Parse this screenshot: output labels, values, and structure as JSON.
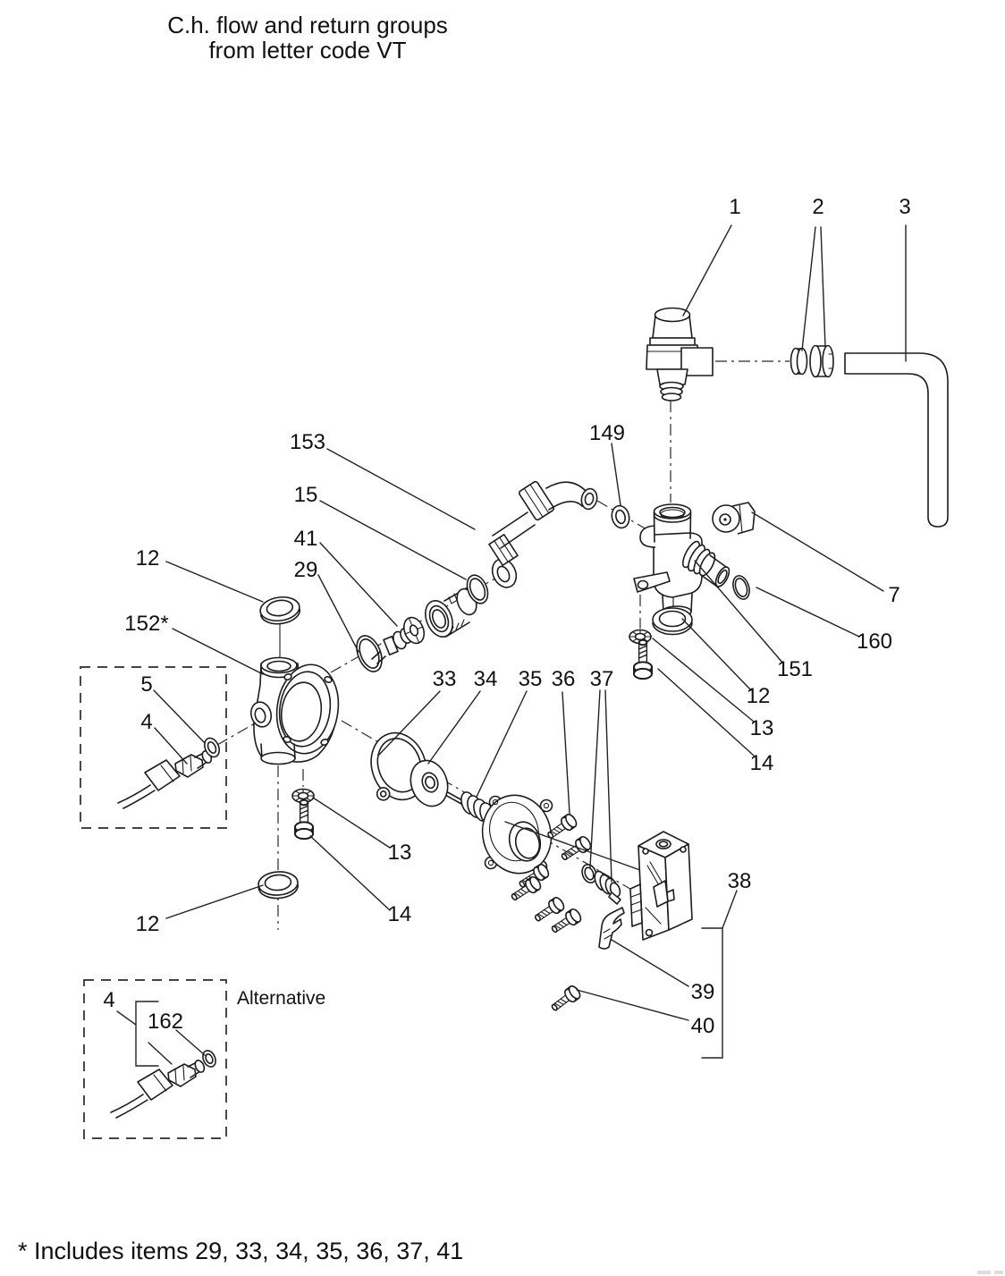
{
  "title": {
    "line1": "C.h. flow and return groups",
    "line2": "from letter code VT"
  },
  "footnote": "* Includes items 29, 33, 34, 35, 36, 37, 41",
  "alternative_label": "Alternative",
  "callouts": {
    "valve": "1",
    "washers": "2",
    "pipe": "3",
    "flow_pipe": "153",
    "washer_149": "149",
    "oring_15": "15",
    "cartridge_41": "41",
    "oring_29": "29",
    "ring_12_top": "12",
    "body_152": "152*",
    "washer_5": "5",
    "sensor_4": "4",
    "plug_7": "7",
    "oring_160": "160",
    "spigot_151": "151",
    "ring_12_right": "12",
    "washer_13_right": "13",
    "screw_14_right": "14",
    "gasket_33": "33",
    "diaphragm_34": "34",
    "spring_35": "35",
    "screw_36": "36",
    "seal_37": "37",
    "washer_13_left": "13",
    "screw_14_left": "14",
    "ring_12_bottom": "12",
    "microswitch_38": "38",
    "clip_39": "39",
    "screw_40": "40",
    "sensor_4_alt": "4",
    "washer_162": "162"
  }
}
